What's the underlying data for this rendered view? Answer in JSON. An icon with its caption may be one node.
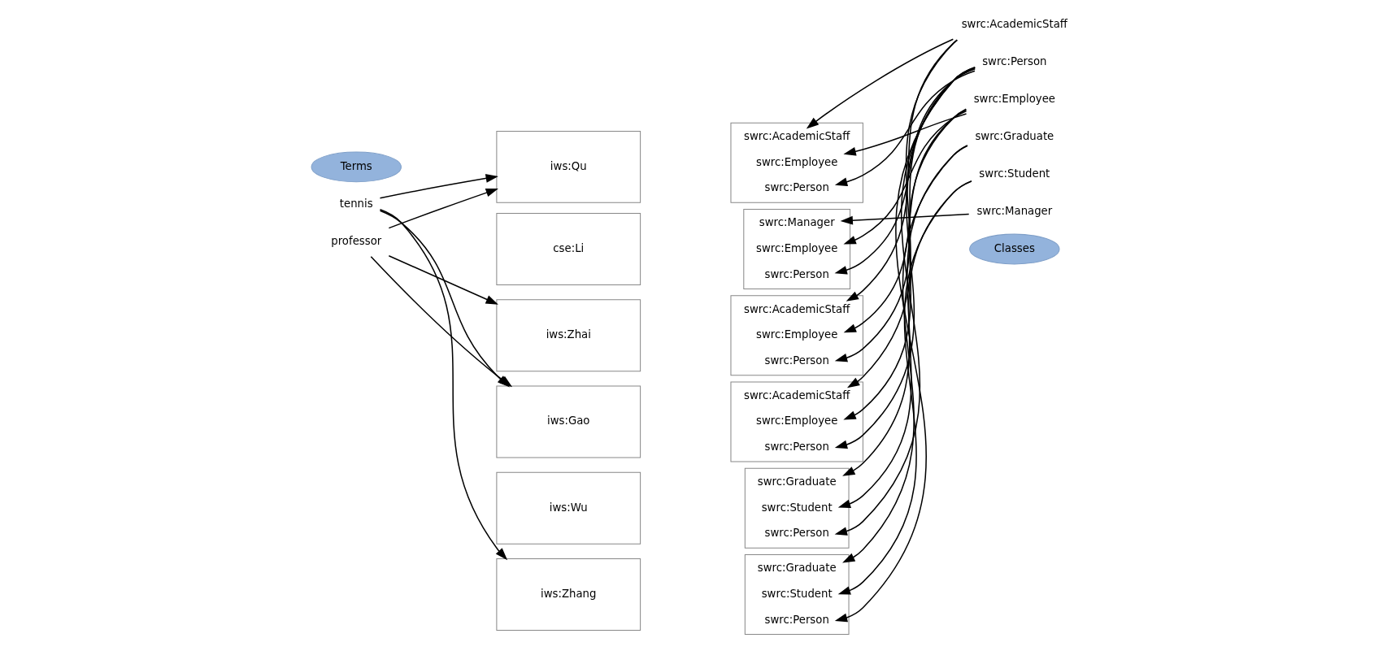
{
  "diagram": {
    "nodes": [
      {
        "text": [
          "Terms"
        ]
      },
      {
        "text": [
          "tennis"
        ]
      },
      {
        "text": [
          "professor"
        ]
      },
      {
        "text": [
          "swrc:AcademicStaff"
        ]
      },
      {
        "text": [
          "Classes"
        ]
      },
      {
        "text": [
          "swrc:Person"
        ]
      },
      {
        "text": [
          "swrc:Graduate"
        ]
      },
      {
        "text": [
          "swrc:Student"
        ]
      },
      {
        "text": [
          "swrc:Employee"
        ]
      },
      {
        "text": [
          "swrc:Manager"
        ]
      },
      {
        "text": [
          "iws:Qu"
        ]
      },
      {
        "text": [],
        "shape": "box"
      },
      {
        "text": [
          "swrc:AcademicStaff"
        ],
        "in": 11
      },
      {
        "text": [
          "swrc:Employee"
        ],
        "in": 11
      },
      {
        "text": [
          "swrc:Person"
        ],
        "in": 11
      },
      {
        "text": [
          "cse:Li"
        ]
      },
      {
        "text": [],
        "shape": "box"
      },
      {
        "text": [
          "swrc:Manager"
        ],
        "in": 16
      },
      {
        "text": [
          "swrc:Employee"
        ],
        "in": 16
      },
      {
        "text": [
          "swrc:Person"
        ],
        "in": 16
      },
      {
        "text": [
          "iws:Zhai"
        ]
      },
      {
        "text": [],
        "shape": "box"
      },
      {
        "text": [
          "swrc:AcademicStaff"
        ],
        "in": 21
      },
      {
        "text": [
          "swrc:Employee"
        ],
        "in": 21
      },
      {
        "text": [
          "swrc:Person"
        ],
        "in": 21
      },
      {
        "text": [
          "iws:Gao"
        ]
      },
      {
        "text": [],
        "shape": "box"
      },
      {
        "text": [
          "swrc:AcademicStaff"
        ],
        "in": 26
      },
      {
        "text": [
          "swrc:Employee"
        ],
        "in": 26
      },
      {
        "text": [
          "swrc:Person"
        ],
        "in": 26
      },
      {
        "text": [
          "iws:Wu"
        ]
      },
      {
        "text": [],
        "shape": "box"
      },
      {
        "text": [
          "swrc:Graduate"
        ],
        "in": 31
      },
      {
        "text": [
          "swrc:Student"
        ],
        "in": 31
      },
      {
        "text": [
          "swrc:Person"
        ],
        "in": 31
      },
      {
        "text": [
          "iws:Zhang"
        ]
      },
      {
        "text": [],
        "shape": "box"
      },
      {
        "text": [
          "swrc:Graduate"
        ],
        "in": 36
      },
      {
        "text": [
          "swrc:Student"
        ],
        "in": 36
      },
      {
        "text": [
          "swrc:Person"
        ],
        "in": 36
      }
    ],
    "edges": [
      {
        "from": 1,
        "to": 10,
        "arrow": "to"
      },
      {
        "from": 1,
        "to": 25,
        "arrow": "to"
      },
      {
        "from": 1,
        "to": 35,
        "arrow": "to"
      },
      {
        "from": 2,
        "to": 10,
        "arrow": "to"
      },
      {
        "from": 2,
        "to": 20,
        "arrow": "to"
      },
      {
        "from": 2,
        "to": 25,
        "arrow": "to"
      },
      {
        "from": 3,
        "to": 12,
        "arrow": "to"
      },
      {
        "from": 8,
        "to": 13,
        "arrow": "to"
      },
      {
        "from": 5,
        "to": 14,
        "arrow": "to"
      },
      {
        "from": 9,
        "to": 17,
        "arrow": "to"
      },
      {
        "from": 8,
        "to": 18,
        "arrow": "to"
      },
      {
        "from": 5,
        "to": 19,
        "arrow": "to"
      },
      {
        "from": 3,
        "to": 22,
        "arrow": "to"
      },
      {
        "from": 8,
        "to": 23,
        "arrow": "to"
      },
      {
        "from": 5,
        "to": 24,
        "arrow": "to"
      },
      {
        "from": 3,
        "to": 27,
        "arrow": "to"
      },
      {
        "from": 8,
        "to": 28,
        "arrow": "to"
      },
      {
        "from": 5,
        "to": 29,
        "arrow": "to"
      },
      {
        "from": 6,
        "to": 32,
        "arrow": "to"
      },
      {
        "from": 7,
        "to": 33,
        "arrow": "to"
      },
      {
        "from": 5,
        "to": 34,
        "arrow": "to"
      },
      {
        "from": 6,
        "to": 37,
        "arrow": "to"
      },
      {
        "from": 7,
        "to": 38,
        "arrow": "to"
      },
      {
        "from": 5,
        "to": 39,
        "arrow": "to"
      }
    ]
  }
}
